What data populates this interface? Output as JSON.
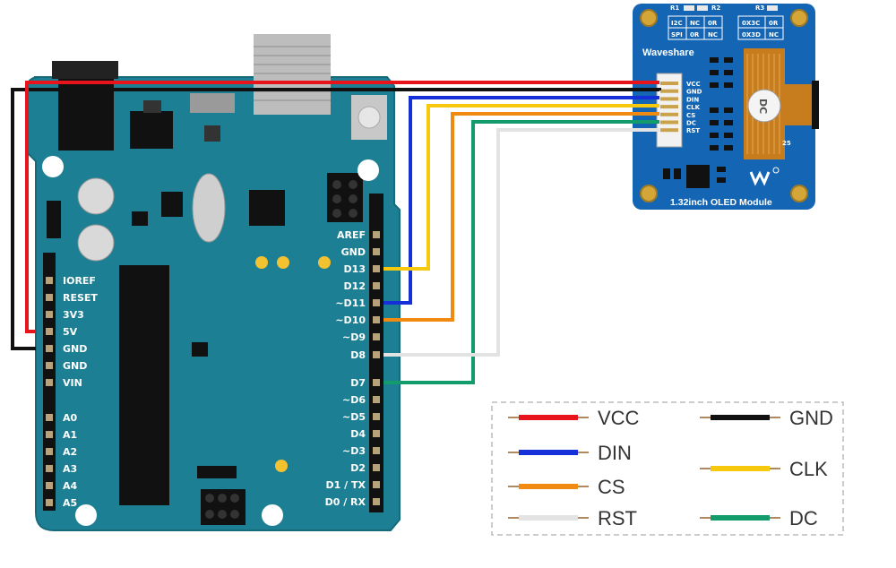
{
  "colors": {
    "board": "#1d7f93",
    "board_edge": "#176a7b",
    "oled_board": "#1466b4",
    "vcc": "#e8141b",
    "gnd": "#111111",
    "din": "#1530d8",
    "clk": "#f6c90e",
    "cs": "#f08a10",
    "dc": "#139b6b",
    "rst": "#e3e3e3"
  },
  "arduino": {
    "left_pins": [
      "IOREF",
      "RESET",
      "3V3",
      "5V",
      "GND",
      "GND",
      "VIN",
      "A0",
      "A1",
      "A2",
      "A3",
      "A4",
      "A5"
    ],
    "right_pins": [
      "AREF",
      "GND",
      "D13",
      "D12",
      "~D11",
      "~D10",
      "~D9",
      "D8",
      "D7",
      "~D6",
      "~D5",
      "D4",
      "~D3",
      "D2",
      "D1 / TX",
      "D0 / RX"
    ]
  },
  "oled": {
    "brand": "Waveshare",
    "title": "1.32inch OLED Module",
    "pins": [
      "VCC",
      "GND",
      "DIN",
      "CLK",
      "CS",
      "DC",
      "RST"
    ],
    "r1": "R1",
    "r2": "R2",
    "r3": "R3",
    "sel_left": [
      [
        "I2C",
        "NC",
        "0R"
      ],
      [
        "SPI",
        "0R",
        "NC"
      ]
    ],
    "sel_right": [
      [
        "0X3C",
        "0R"
      ],
      [
        "0X3D",
        "NC"
      ]
    ],
    "fpc_text": "DC",
    "pin25": "25"
  },
  "legend": [
    {
      "label": "VCC",
      "color": "#e8141b"
    },
    {
      "label": "GND",
      "color": "#111111"
    },
    {
      "label": "DIN",
      "color": "#1530d8"
    },
    {
      "label": "CLK",
      "color": "#f6c90e"
    },
    {
      "label": "CS",
      "color": "#f08a10"
    },
    {
      "label": "DC",
      "color": "#139b6b"
    },
    {
      "label": "RST",
      "color": "#e3e3e3"
    }
  ]
}
